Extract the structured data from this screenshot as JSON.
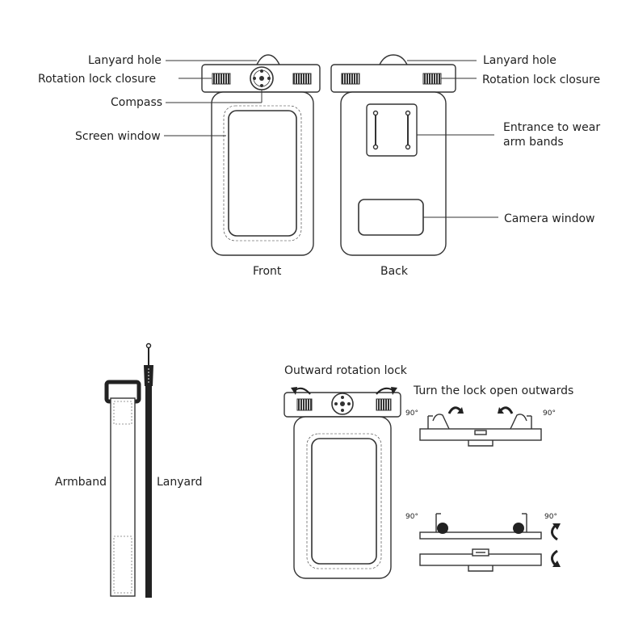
{
  "labels": {
    "front_lanyard_hole": "Lanyard hole",
    "front_rotation_lock": "Rotation lock closure",
    "compass": "Compass",
    "screen_window": "Screen window",
    "back_lanyard_hole": "Lanyard hole",
    "back_rotation_lock": "Rotation lock closure",
    "armband_entrance_line1": "Entrance to wear",
    "armband_entrance_line2": "arm bands",
    "camera_window": "Camera window",
    "front": "Front",
    "back": "Back",
    "armband": "Armband",
    "lanyard": "Lanyard",
    "outward_rotation_lock": "Outward rotation lock",
    "turn_lock_open": "Turn the lock open outwards",
    "angle_90": "90°"
  }
}
